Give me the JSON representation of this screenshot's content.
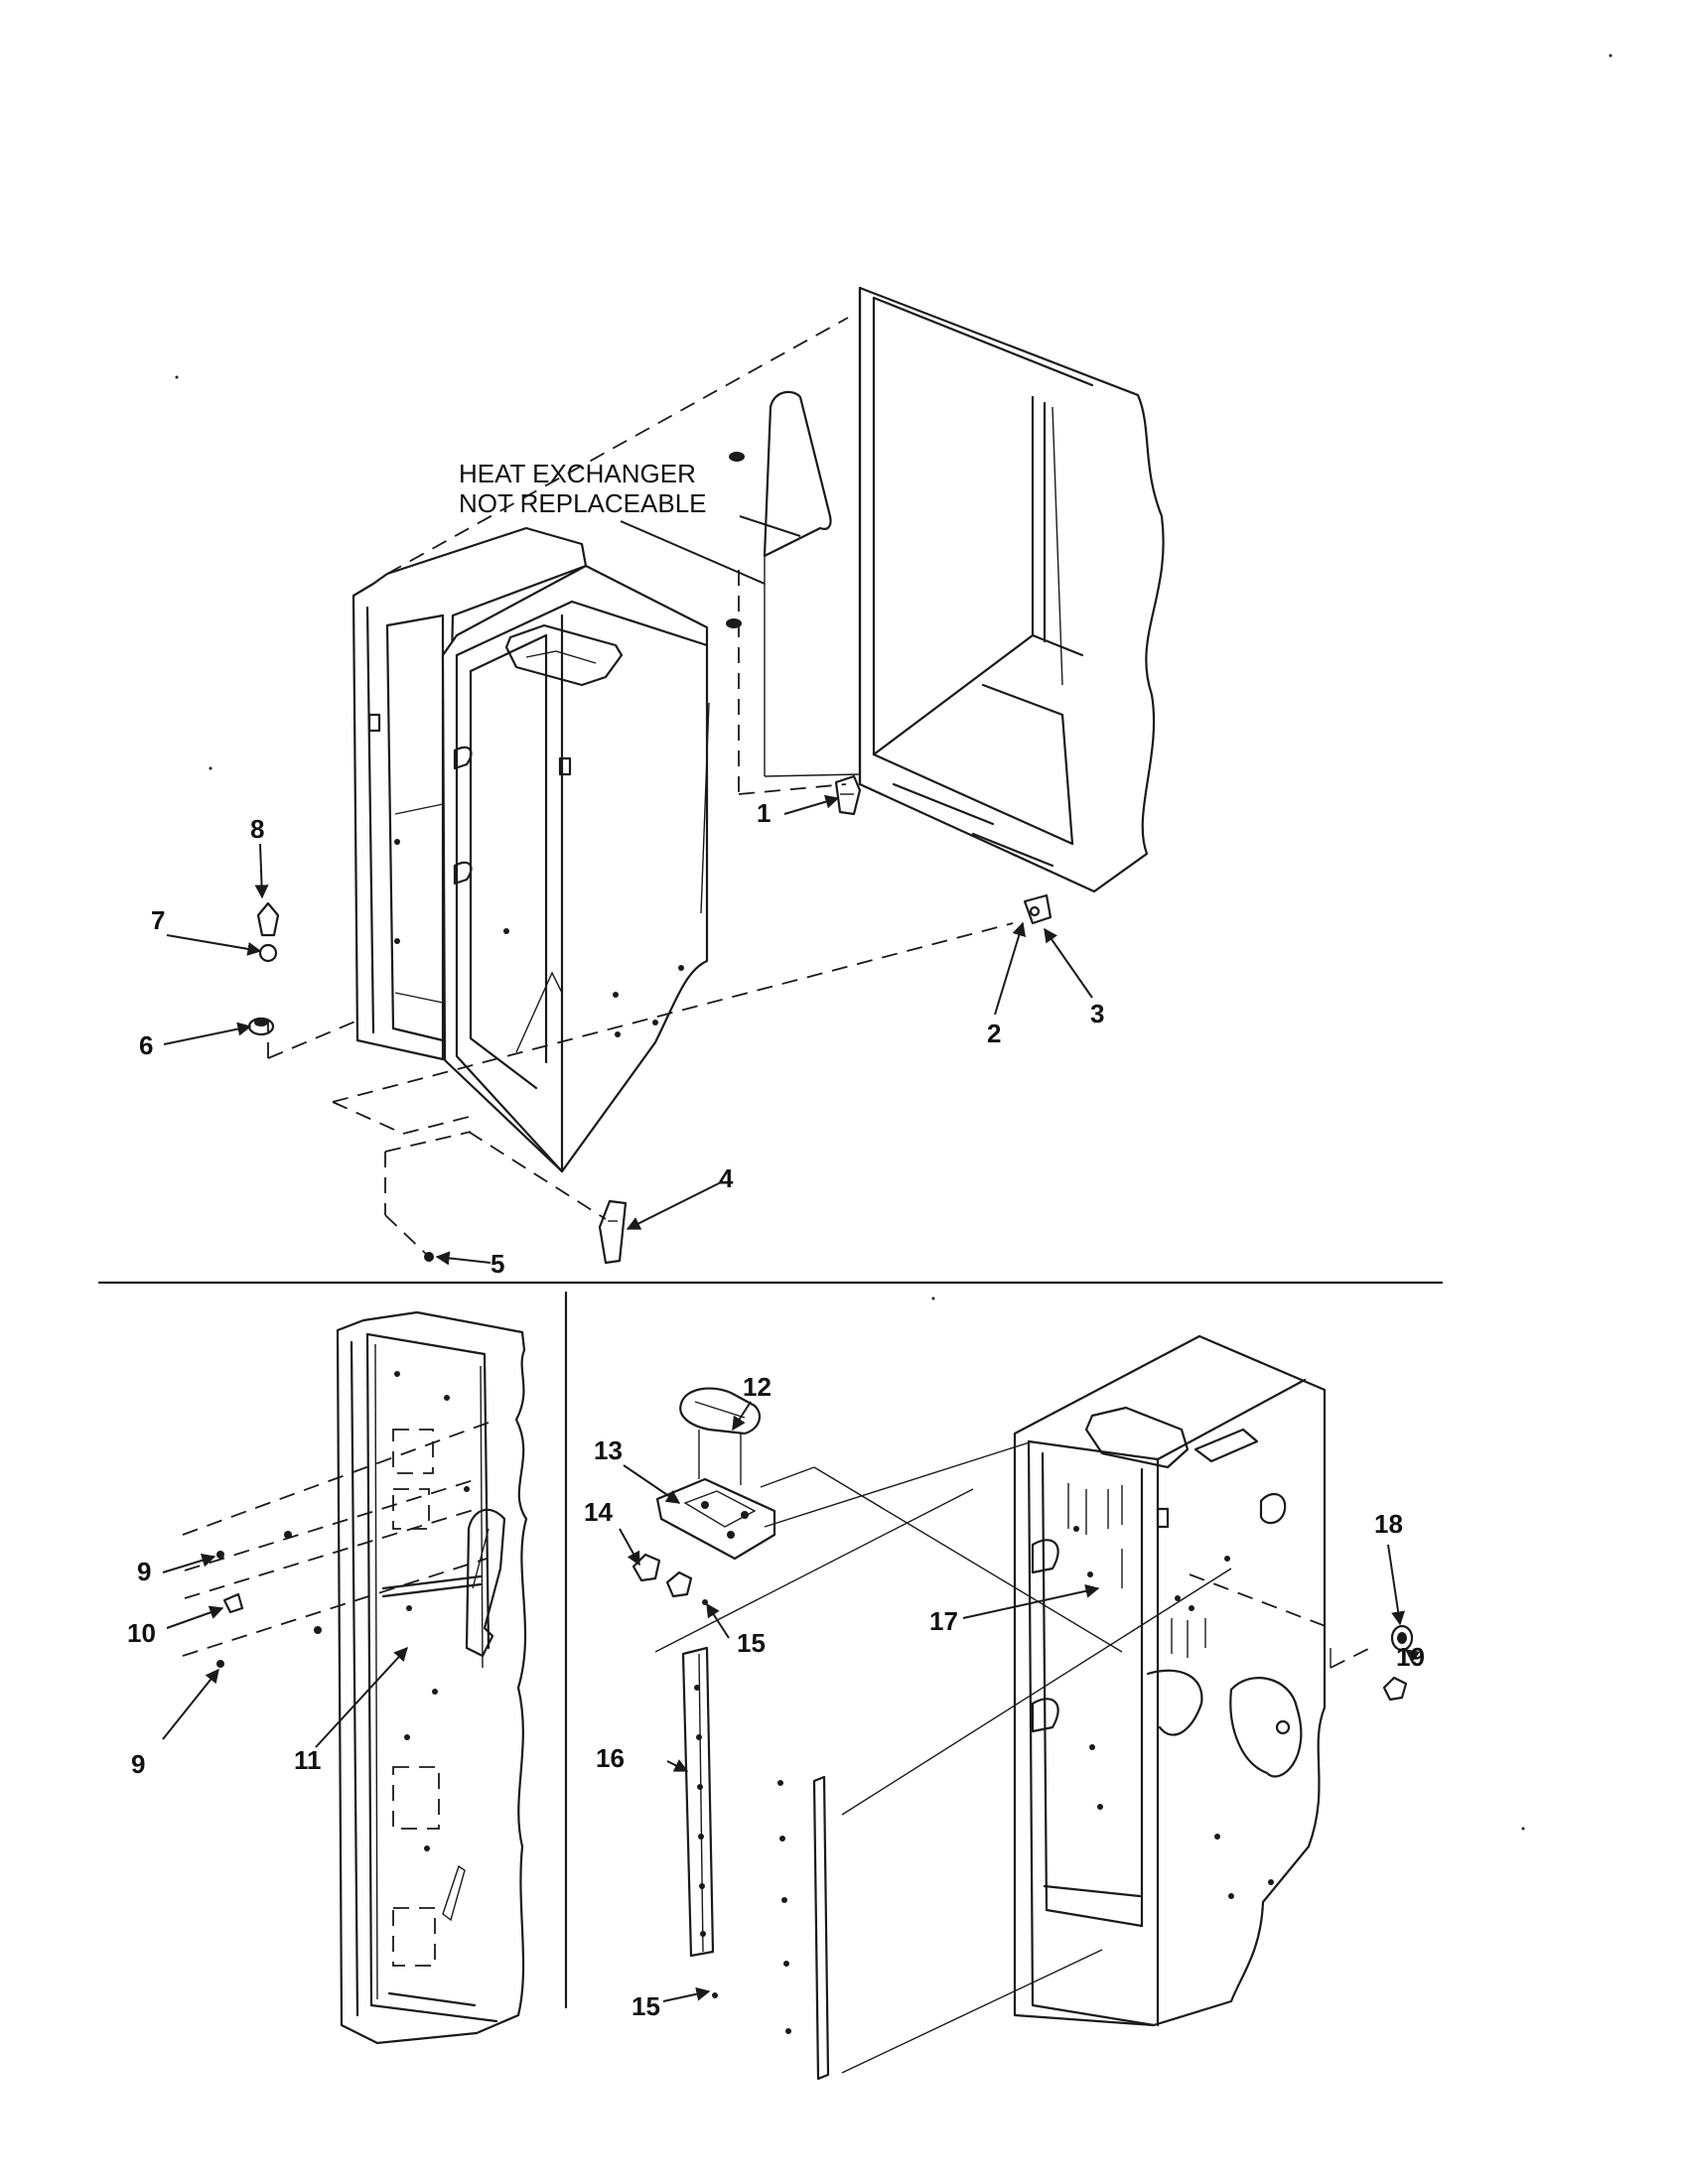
{
  "note": {
    "line1": "HEAT EXCHANGER",
    "line2": "NOT REPLACEABLE"
  },
  "callouts": {
    "c1": "1",
    "c2": "2",
    "c3": "3",
    "c4": "4",
    "c5": "5",
    "c6": "6",
    "c7": "7",
    "c8": "8",
    "c9a": "9",
    "c9b": "9",
    "c10": "10",
    "c11": "11",
    "c12": "12",
    "c13": "13",
    "c14": "14",
    "c15a": "15",
    "c15b": "15",
    "c16": "16",
    "c17": "17",
    "c18": "18",
    "c19": "19"
  }
}
